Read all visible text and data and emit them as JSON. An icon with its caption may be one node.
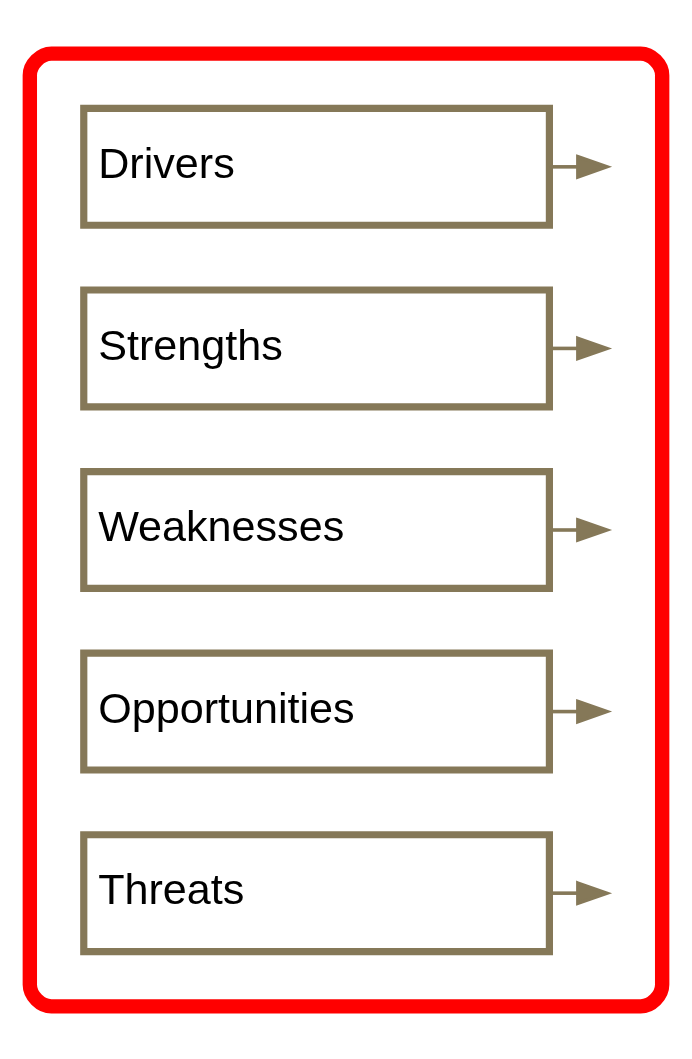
{
  "diagram": {
    "nodes": [
      {
        "text": [],
        "shape": "box"
      },
      {
        "text": [
          "Drivers"
        ],
        "in": 0
      },
      {
        "text": [
          "Strengths"
        ],
        "in": 0
      },
      {
        "text": [
          "Weaknesses"
        ],
        "in": 0
      },
      {
        "text": [
          "Opportunities"
        ],
        "in": 0
      },
      {
        "text": [
          "Threats"
        ],
        "in": 0
      }
    ],
    "edges": [
      {
        "from": 1,
        "to": null,
        "arrow": "to"
      },
      {
        "from": 2,
        "to": null,
        "arrow": "to"
      },
      {
        "from": 3,
        "to": null,
        "arrow": "to"
      },
      {
        "from": 4,
        "to": null,
        "arrow": "to"
      },
      {
        "from": 5,
        "to": null,
        "arrow": "to"
      }
    ]
  }
}
